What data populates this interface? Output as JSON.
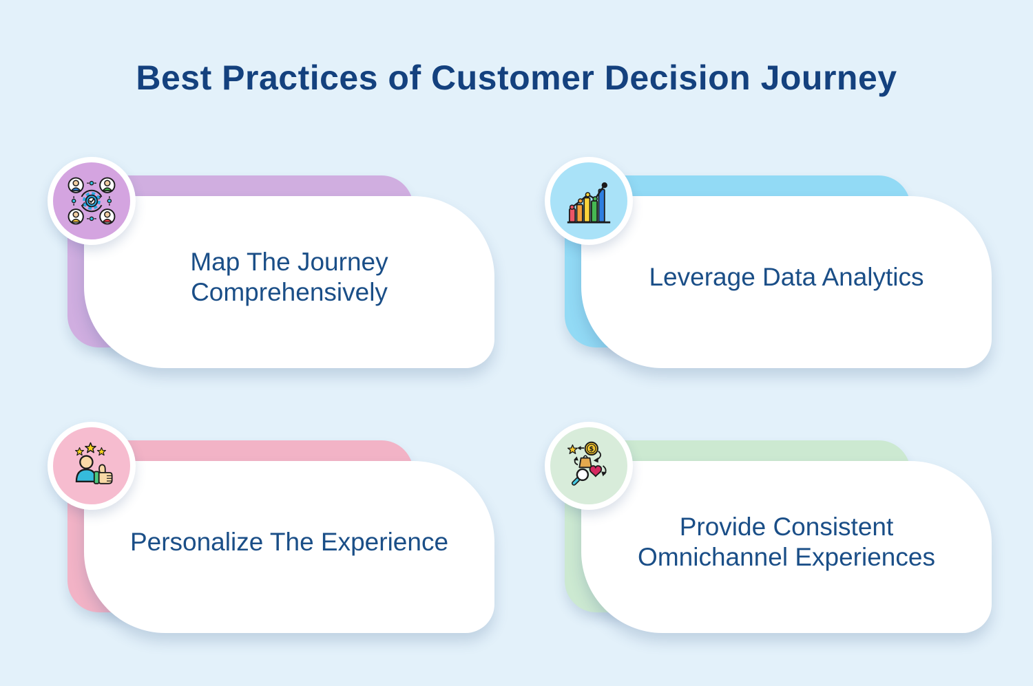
{
  "page": {
    "background": "#E3F1FA",
    "card_surface": "#FFFFFF",
    "text_color": "#1A4E87"
  },
  "title": {
    "text": "Best Practices of Customer Decision Journey",
    "color": "#14417E"
  },
  "cards": [
    {
      "id": "map-journey",
      "icon": "journey-map-icon",
      "accent": "#D0AEE0",
      "badge_bg": "#D4A4E0",
      "lines": [
        "Map The Journey",
        "Comprehensively"
      ]
    },
    {
      "id": "data-analytics",
      "icon": "bar-chart-icon",
      "accent": "#92DAF5",
      "badge_bg": "#A9E2F8",
      "lines": [
        "Leverage Data Analytics"
      ]
    },
    {
      "id": "personalize",
      "icon": "person-thumbs-up-icon",
      "accent": "#F2B3C6",
      "badge_bg": "#F6BCCF",
      "lines": [
        "Personalize The Experience"
      ]
    },
    {
      "id": "omnichannel",
      "icon": "omnichannel-journey-icon",
      "accent": "#CCE9D1",
      "badge_bg": "#D8ECDA",
      "lines": [
        "Provide Consistent",
        "Omnichannel Experiences"
      ]
    }
  ]
}
